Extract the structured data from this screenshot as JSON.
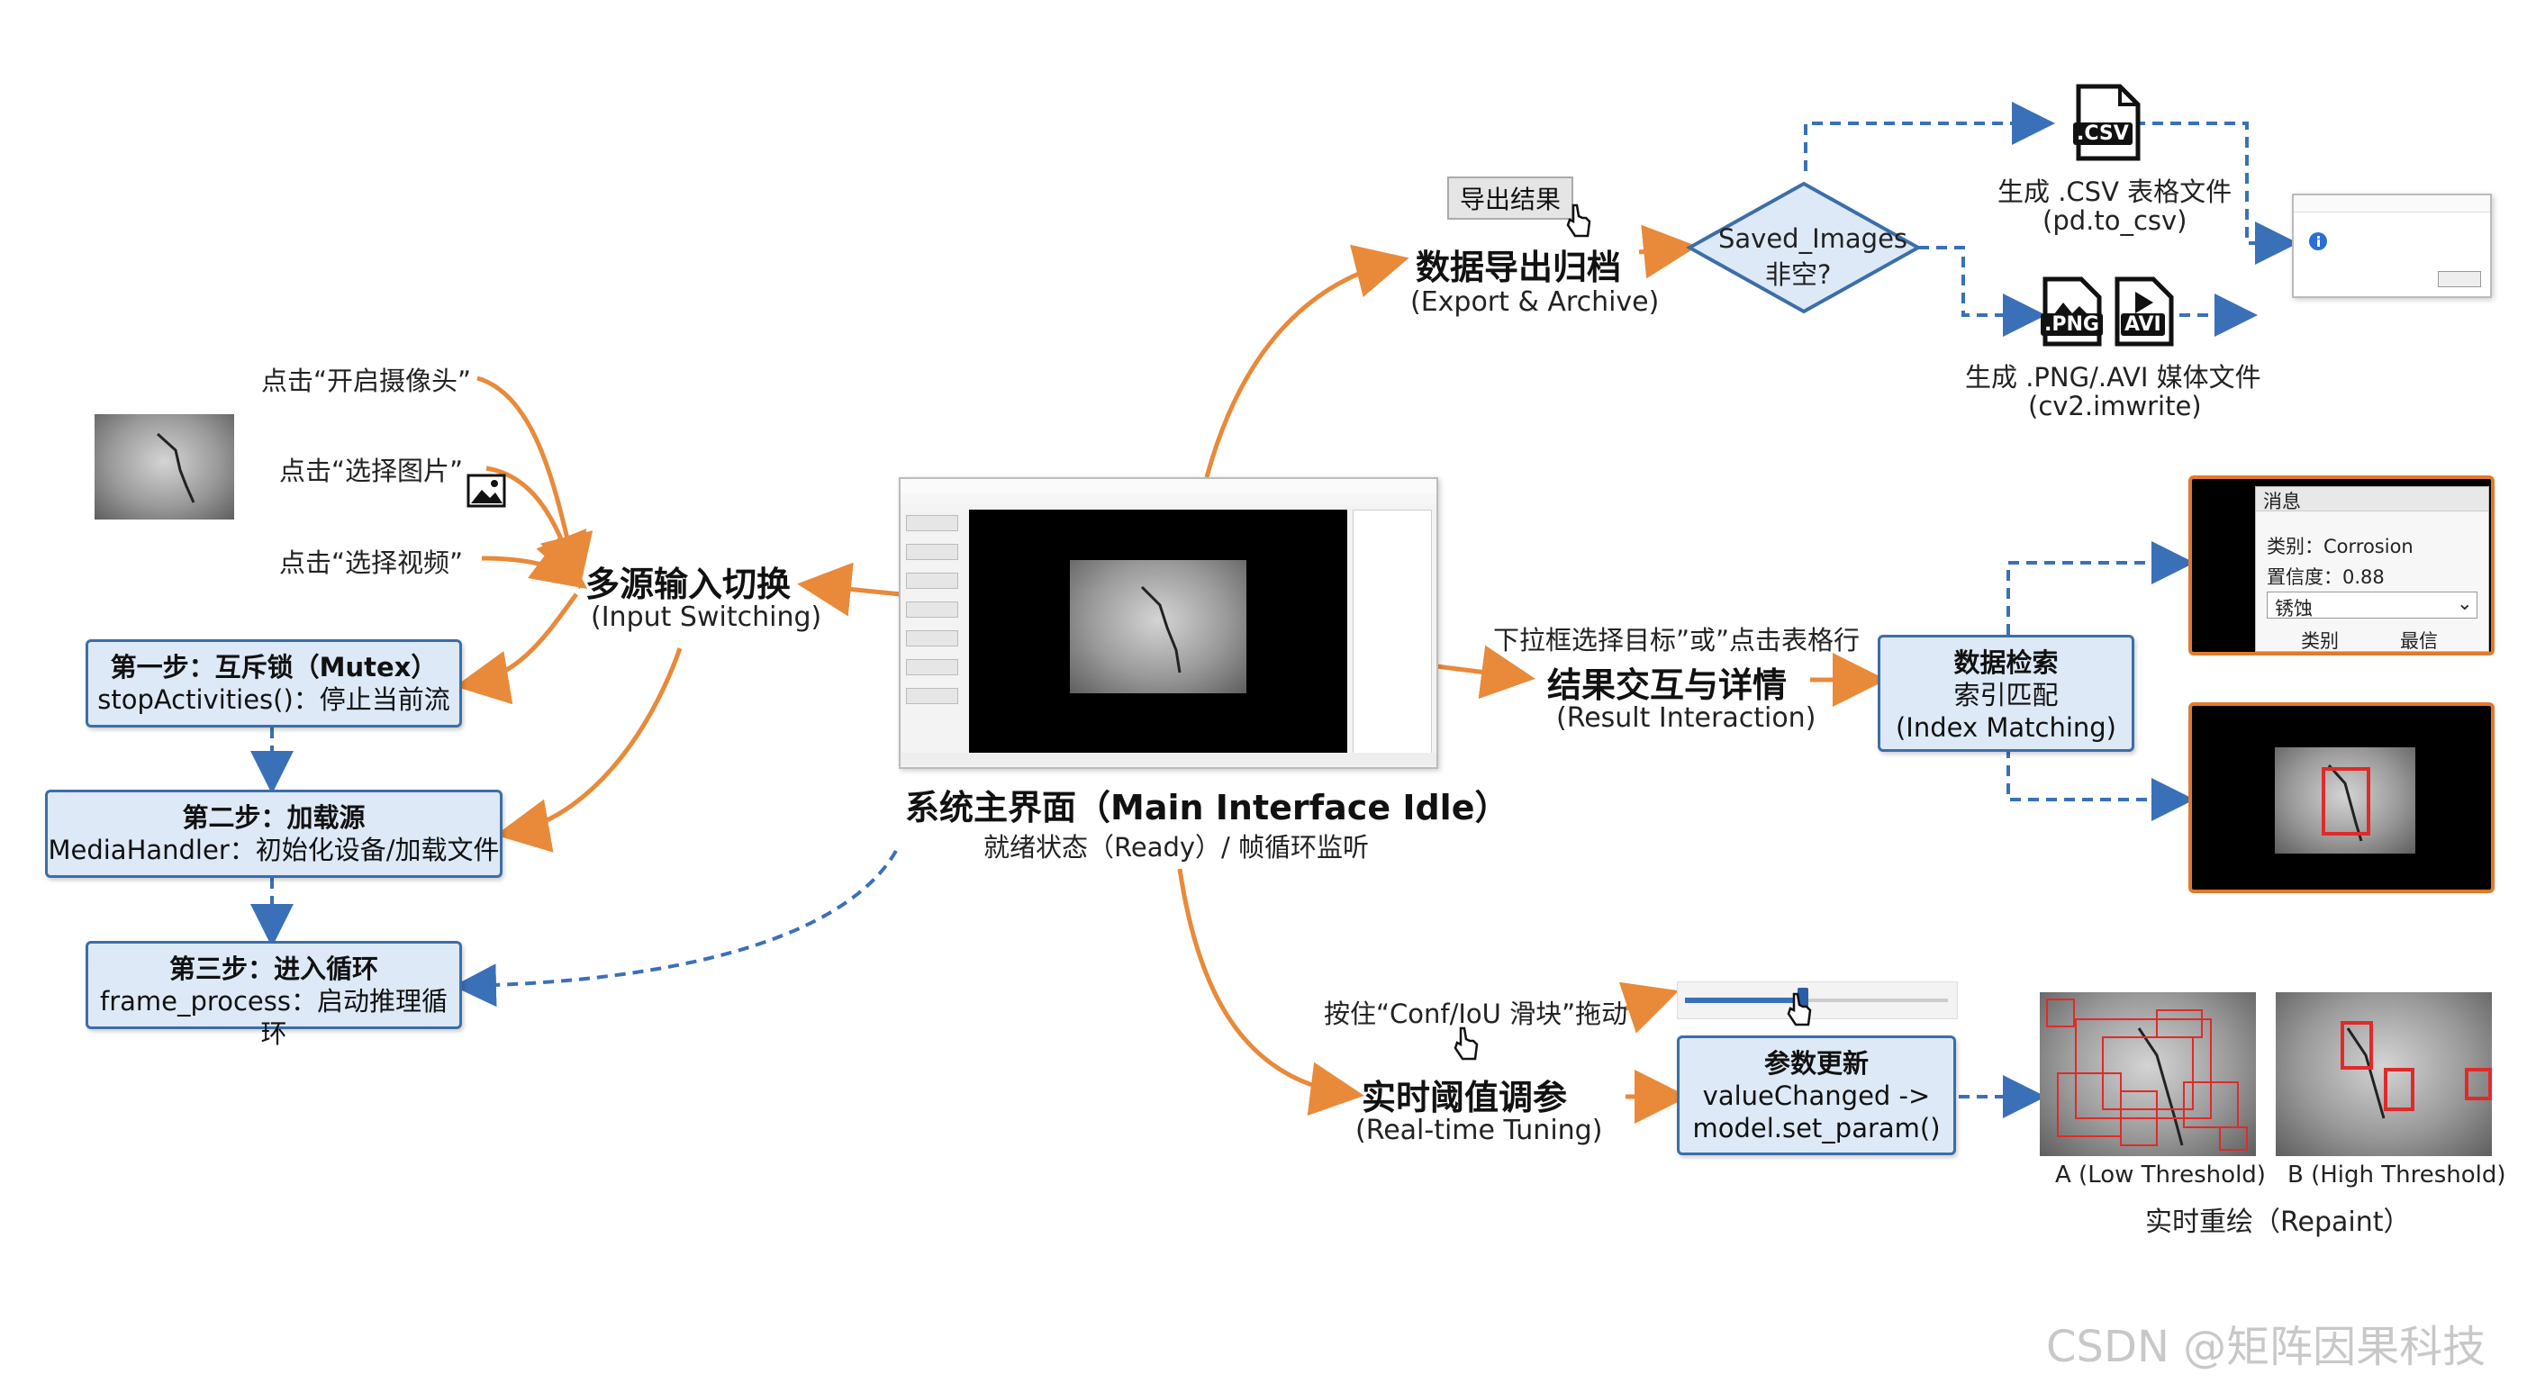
{
  "center": {
    "title": "系统主界面（Main Interface Idle）",
    "subtitle": "就绪状态（Ready）/ 帧循环监听"
  },
  "input": {
    "title": "多源输入切换",
    "subtitle": "(Input Switching)",
    "triggers": [
      "点击“开启摄像头”",
      "点击“选择图片”",
      "点击“选择视频”"
    ],
    "step1_title": "第一步：互斥锁（Mutex）",
    "step1_body": "stopActivities()：停止当前流",
    "step2_title": "第二步：加载源",
    "step2_body": "MediaHandler：初始化设备/加载文件",
    "step3_title": "第三步：进入循环",
    "step3_body": "frame_process：启动推理循环"
  },
  "export": {
    "button": "导出结果",
    "title": "数据导出归档",
    "subtitle": "(Export & Archive)",
    "decision_line1": "Saved_Images",
    "decision_line2": "非空?",
    "csv_badge": ".CSV",
    "csv_label1": "生成 .CSV 表格文件",
    "csv_label2": "(pd.to_csv)",
    "png_badge": ".PNG",
    "avi_badge": "AVI",
    "media_label1": "生成 .PNG/.AVI 媒体文件",
    "media_label2": "(cv2.imwrite)"
  },
  "result": {
    "trigger": "下拉框选择目标”或”点击表格行",
    "title": "结果交互与详情",
    "subtitle": "(Result Interaction)",
    "box_title": "数据检索",
    "box_line2": "索引匹配",
    "box_line3": "(Index Matching)",
    "msg_title": "消息",
    "msg_class": "类别：Corrosion",
    "msg_conf": "置信度：0.88",
    "msg_select": "锈蚀",
    "msg_col1": "类别",
    "msg_col2": "最信"
  },
  "tuning": {
    "trigger": "按住“Conf/IoU 滑块”拖动",
    "title": "实时阈值调参",
    "subtitle": "(Real-time Tuning)",
    "box_title": "参数更新",
    "box_line2": "valueChanged ->",
    "box_line3": "model.set_param()",
    "caption_a": "A (Low Threshold)",
    "caption_b": "B (High Threshold)",
    "repaint": "实时重绘（Repaint）",
    "slider_level": 0.45
  },
  "watermark": "CSDN @矩阵因果科技",
  "colors": {
    "orange": "#e88a3a",
    "blue_dash": "#3a70b8",
    "box_fill": "#dde9f7",
    "box_border": "#3c6ea8",
    "highlight_red": "#e02a2a"
  }
}
